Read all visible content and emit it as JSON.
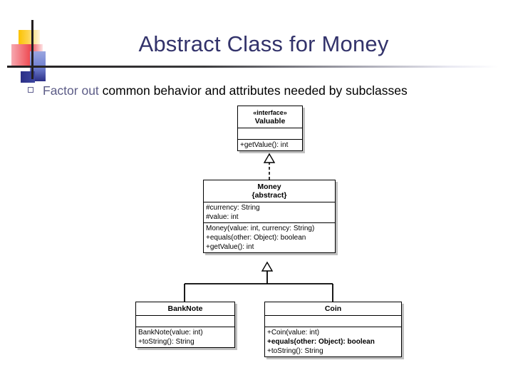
{
  "slide": {
    "title": "Abstract Class for Money",
    "bullet": {
      "marker": "square-bullet",
      "lead": "Factor out",
      "rest": " common behavior and attributes needed by subclasses"
    }
  },
  "colors": {
    "title": "#33336b",
    "accent_text": "#5c5c87",
    "body_text": "#000000",
    "rule": "#231f20",
    "deco_yellow": "#fcc200",
    "deco_pink": "#ee4b52",
    "deco_blue": "#2b2f86"
  },
  "diagram": {
    "type": "uml-class-diagram",
    "classes": [
      {
        "id": "valuable",
        "stereotype": "«interface»",
        "name": "Valuable",
        "attributes": [],
        "operations": [
          "+getValue(): int"
        ]
      },
      {
        "id": "money",
        "name": "Money",
        "modifier": "{abstract}",
        "attributes": [
          "#currency: String",
          "#value: int"
        ],
        "operations": [
          "Money(value: int, currency: String)",
          "+equals(other: Object): boolean",
          "+getValue(): int"
        ]
      },
      {
        "id": "banknote",
        "name": "BankNote",
        "attributes": [],
        "operations": [
          "BankNote(value: int)",
          "+toString(): String"
        ]
      },
      {
        "id": "coin",
        "name": "Coin",
        "attributes": [],
        "operations": [
          "+Coin(value: int)",
          "+equals(other: Object): boolean",
          "+toString(): String"
        ]
      }
    ],
    "relations": [
      {
        "kind": "realization",
        "from": "money",
        "to": "valuable",
        "style": "dashed-hollow-triangle"
      },
      {
        "kind": "generalization",
        "from": "banknote",
        "to": "money",
        "style": "solid-hollow-triangle"
      },
      {
        "kind": "generalization",
        "from": "coin",
        "to": "money",
        "style": "solid-hollow-triangle"
      }
    ]
  }
}
